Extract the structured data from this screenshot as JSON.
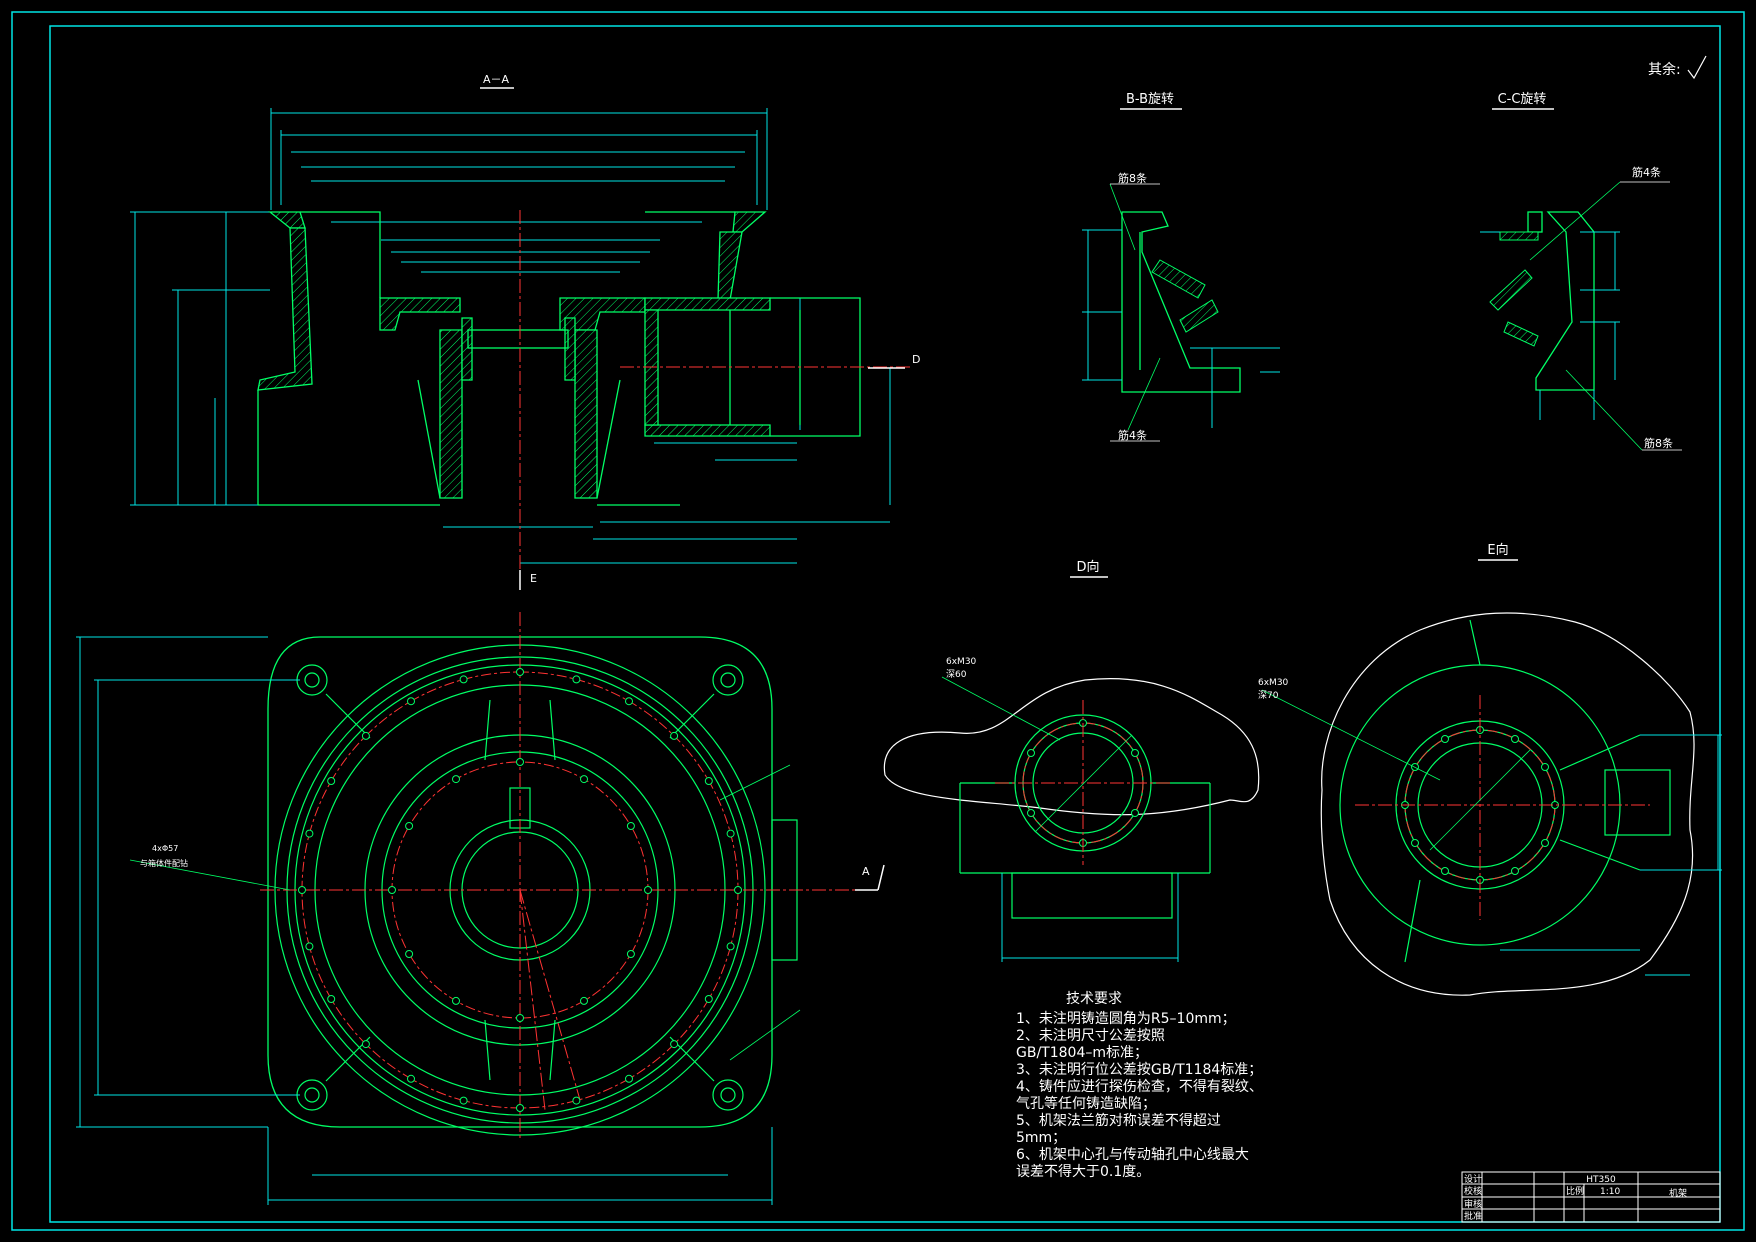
{
  "sections": {
    "aa": "A－A",
    "bb": "B-B旋转",
    "cc": "C-C旋转",
    "d": "D向",
    "e": "E向"
  },
  "surface_note": "其余:",
  "markers": {
    "D": "D",
    "E": "E",
    "A": "A"
  },
  "callouts": {
    "bb_ribs_top": "筋8条",
    "bb_ribs_bottom": "筋4条",
    "cc_ribs_top": "筋4条",
    "cc_ribs_bottom": "筋8条",
    "d_holes": "6xM30",
    "d_depth": "深60",
    "e_holes": "6xM30",
    "e_depth": "深70",
    "plan_hole_note_1": "4xΦ57",
    "plan_hole_note_2": "与箱体件配钻"
  },
  "tech_requirements": {
    "title": "技术要求",
    "lines": [
      "1、未注明铸造圆角为R5–10mm；",
      "2、未注明尺寸公差按照",
      "GB/T1804–m标准；",
      "3、未注明行位公差按GB/T1184标准；",
      "4、铸件应进行探伤检查，不得有裂纹、",
      "气孔等任何铸造缺陷；",
      "5、机架法兰筋对称误差不得超过",
      "5mm；",
      "6、机架中心孔与传动轴孔中心线最大",
      "误差不得大于0.1度。"
    ]
  },
  "title_block": {
    "rows": [
      "设计",
      "校核",
      "审核",
      "批准"
    ],
    "material": "HT350",
    "scale_label": "比例",
    "scale": "1:10",
    "part_name": "机架"
  },
  "colors": {
    "outline": "#00ff66",
    "dimension": "#00e5e5",
    "centerline": "#ff3333",
    "text": "#ffffff",
    "background": "#000000"
  }
}
